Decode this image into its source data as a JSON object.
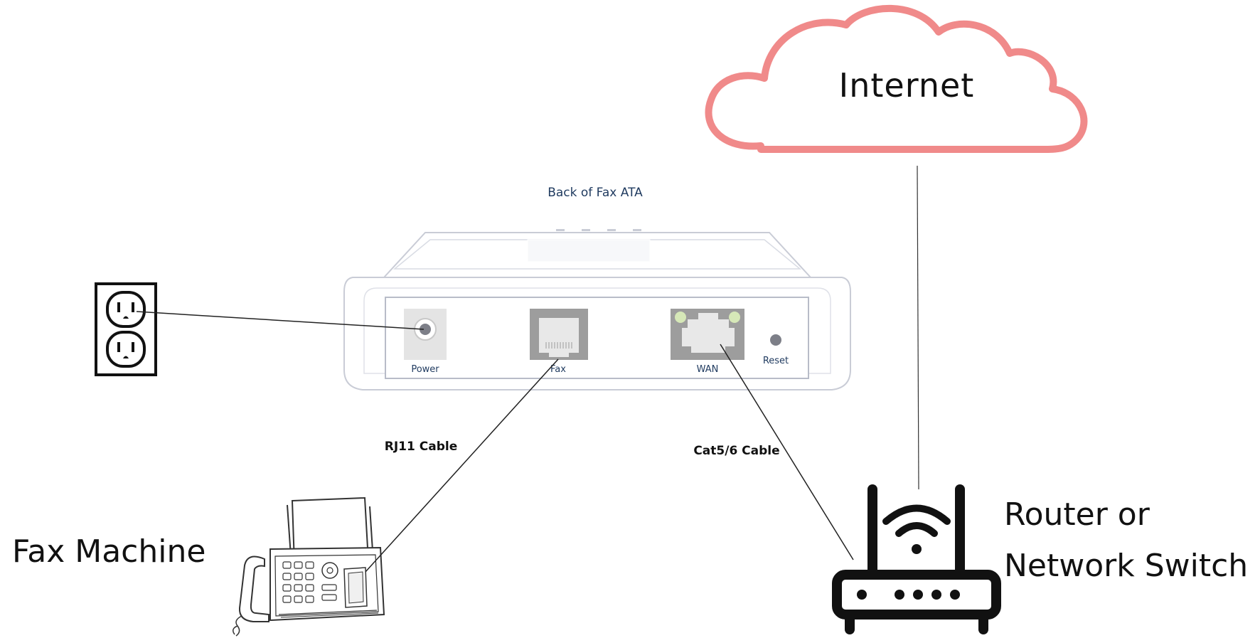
{
  "internet": {
    "label": "Internet"
  },
  "device": {
    "caption": "Back of Fax ATA",
    "ports": {
      "power": "Power",
      "fax": "Fax",
      "wan": "WAN",
      "reset": "Reset"
    }
  },
  "cables": {
    "rj11": "RJ11 Cable",
    "cat": "Cat5/6 Cable"
  },
  "fax_machine": {
    "label": "Fax Machine"
  },
  "router": {
    "label_line1": "Router or",
    "label_line2": "Network Switch"
  },
  "colors": {
    "cloud_stroke": "#f08a8a",
    "device_stroke": "#c9ccd6",
    "port_fill": "#9d9d9d",
    "port_text": "#1f3a5f",
    "led": "#d6e8b8"
  },
  "icons": {
    "cloud": "cloud-icon",
    "outlet": "power-outlet-icon",
    "fax": "fax-machine-icon",
    "router": "wifi-router-icon"
  }
}
